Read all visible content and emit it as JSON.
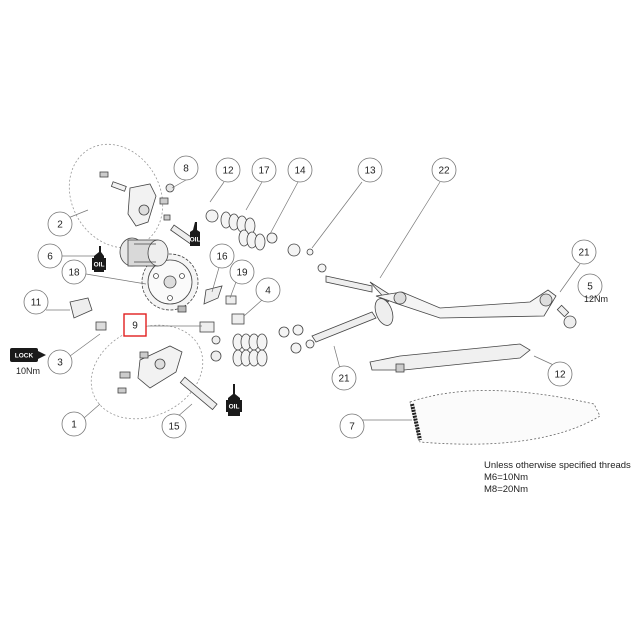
{
  "callouts": [
    {
      "id": "c1",
      "label": "1"
    },
    {
      "id": "c2",
      "label": "2"
    },
    {
      "id": "c3",
      "label": "3"
    },
    {
      "id": "c4",
      "label": "4"
    },
    {
      "id": "c5",
      "label": "5"
    },
    {
      "id": "c6",
      "label": "6"
    },
    {
      "id": "c7",
      "label": "7"
    },
    {
      "id": "c8",
      "label": "8"
    },
    {
      "id": "c9",
      "label": "9"
    },
    {
      "id": "c11",
      "label": "11"
    },
    {
      "id": "c12a",
      "label": "12"
    },
    {
      "id": "c12b",
      "label": "12"
    },
    {
      "id": "c13",
      "label": "13"
    },
    {
      "id": "c14",
      "label": "14"
    },
    {
      "id": "c15",
      "label": "15"
    },
    {
      "id": "c16",
      "label": "16"
    },
    {
      "id": "c17",
      "label": "17"
    },
    {
      "id": "c18",
      "label": "18"
    },
    {
      "id": "c19",
      "label": "19"
    },
    {
      "id": "c21a",
      "label": "21"
    },
    {
      "id": "c21b",
      "label": "21"
    },
    {
      "id": "c22",
      "label": "22"
    }
  ],
  "badges": {
    "oil": "OIL",
    "lock": "LOCK"
  },
  "torques": {
    "part5": "12Nm",
    "part3": "10Nm"
  },
  "note": {
    "line1": "Unless otherwise specified threads",
    "line2": "M6=10Nm",
    "line3": "M8=20Nm"
  },
  "colors": {
    "highlight": "#e02020",
    "line": "#555555",
    "badge": "#1a1a1a"
  }
}
